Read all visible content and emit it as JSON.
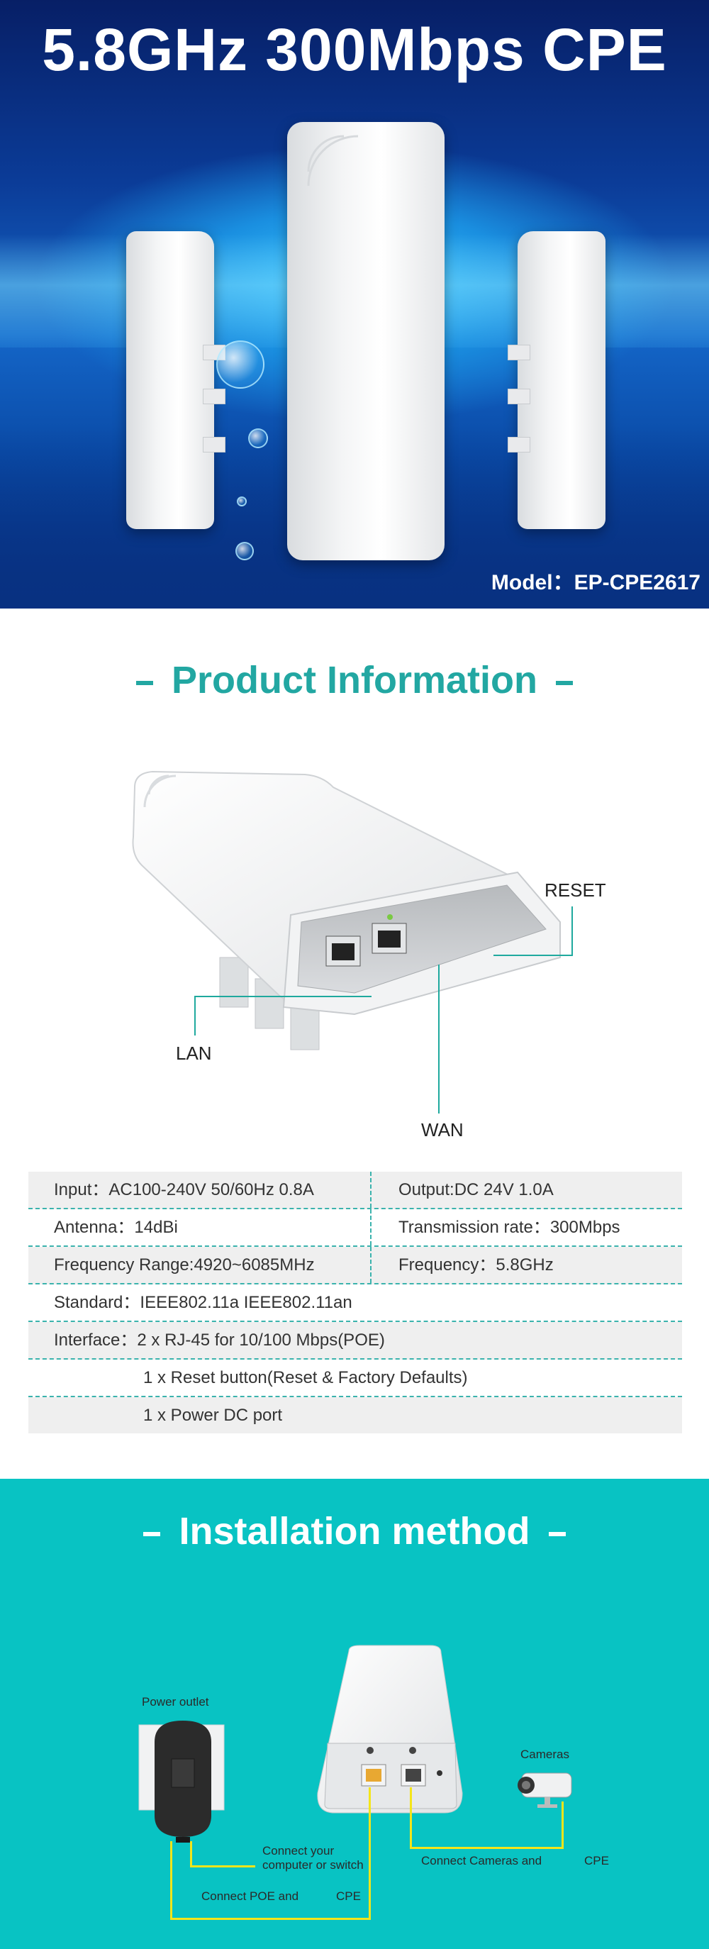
{
  "hero": {
    "title": "5.8GHz 300Mbps CPE",
    "model_label": "Model：",
    "model_value": "EP-CPE2617"
  },
  "product_info": {
    "title": "Product Information",
    "callouts": {
      "reset": "RESET",
      "lan": "LAN",
      "wan": "WAN"
    }
  },
  "spec_table": {
    "rows": [
      {
        "left": "Input：AC100-240V  50/60Hz  0.8A",
        "right": "Output:DC 24V  1.0A"
      },
      {
        "left": "Antenna：14dBi",
        "right": "Transmission rate：300Mbps"
      },
      {
        "left": "Frequency Range:4920~6085MHz",
        "right": "Frequency：5.8GHz"
      },
      {
        "left": "Standard：IEEE802.11a    IEEE802.11an"
      },
      {
        "left": "Interface：2 x RJ-45 for 10/100 Mbps(POE)"
      },
      {
        "indent": "1 x Reset button(Reset & Factory Defaults)"
      },
      {
        "indent": "1 x Power DC port"
      }
    ]
  },
  "installation": {
    "title": "Installation method",
    "power_outlet": "Power outlet",
    "cameras": "Cameras",
    "connect_computer_line1": "Connect your",
    "connect_computer_line2": "computer or switch",
    "connect_cameras": "Connect Cameras and",
    "connect_cameras_cpe": "CPE",
    "connect_poe": "Connect POE and",
    "connect_poe_cpe": "CPE"
  },
  "colors": {
    "accent_teal": "#22a7a2",
    "install_bg": "#08c3c3",
    "wire_yellow": "#f4e51a"
  }
}
